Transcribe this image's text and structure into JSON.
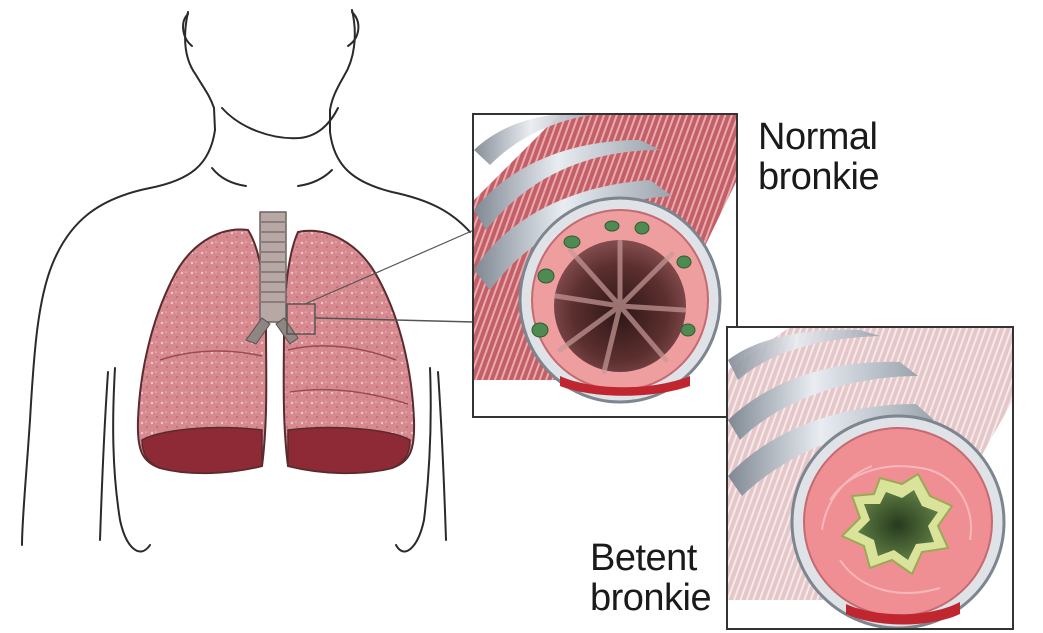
{
  "labels": {
    "normal_line1": "Normal",
    "normal_line2": "bronkie",
    "blocked_line1": "Betent",
    "blocked_line2": "bronkie"
  },
  "colors": {
    "outline": "#2a2a2a",
    "lung": "#d9868c",
    "lung_dark": "#8e2a35",
    "trachea": "#b7a6a3",
    "mucosa": "#ef9ea0",
    "band": "#c7ccd3",
    "muscle": "#b9505a",
    "mucus": "#c8d67f",
    "gland": "#4f8a52"
  }
}
